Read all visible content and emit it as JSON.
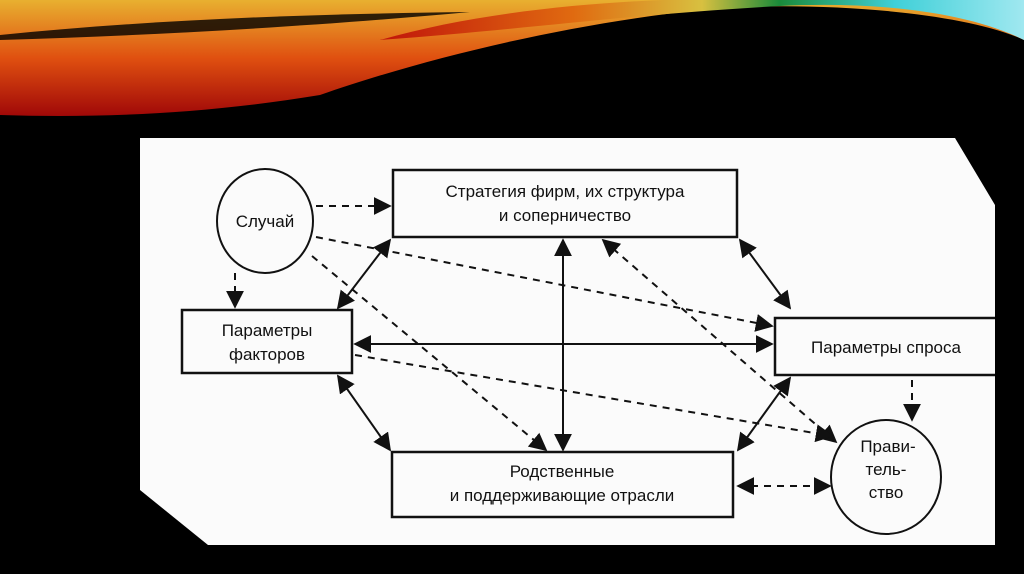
{
  "diagram": {
    "nodes": {
      "chance": "Случай",
      "strategy_line1": "Стратегия фирм, их структура",
      "strategy_line2": "и соперничество",
      "factors_line1": "Параметры",
      "factors_line2": "факторов",
      "demand": "Параметры спроса",
      "related_line1": "Родственные",
      "related_line2": "и поддерживающие отрасли",
      "government_line1": "Прави-",
      "government_line2": "тель-",
      "government_line3": "ство"
    }
  },
  "colors": {
    "background": "#000000",
    "panel": "#fbfbfb",
    "ink": "#111111"
  }
}
